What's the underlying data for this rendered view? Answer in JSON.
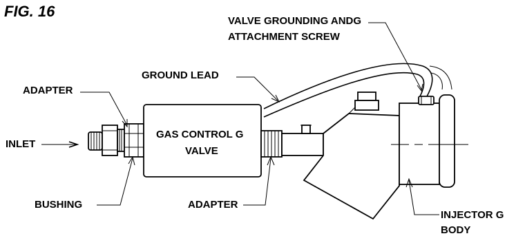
{
  "figure_title": "FIG. 16",
  "labels": {
    "valve_grounding_1": "VALVE GROUNDING ANDG",
    "valve_grounding_2": "ATTACHMENT SCREW",
    "ground_lead": "GROUND LEAD",
    "adapter_left": "ADAPTER",
    "inlet": "INLET",
    "bushing": "BUSHING",
    "gas_control_1": "GAS CONTROL G",
    "gas_control_2": "VALVE",
    "adapter_bottom": "ADAPTER",
    "injector_1": "INJECTOR G",
    "injector_2": "BODY"
  }
}
